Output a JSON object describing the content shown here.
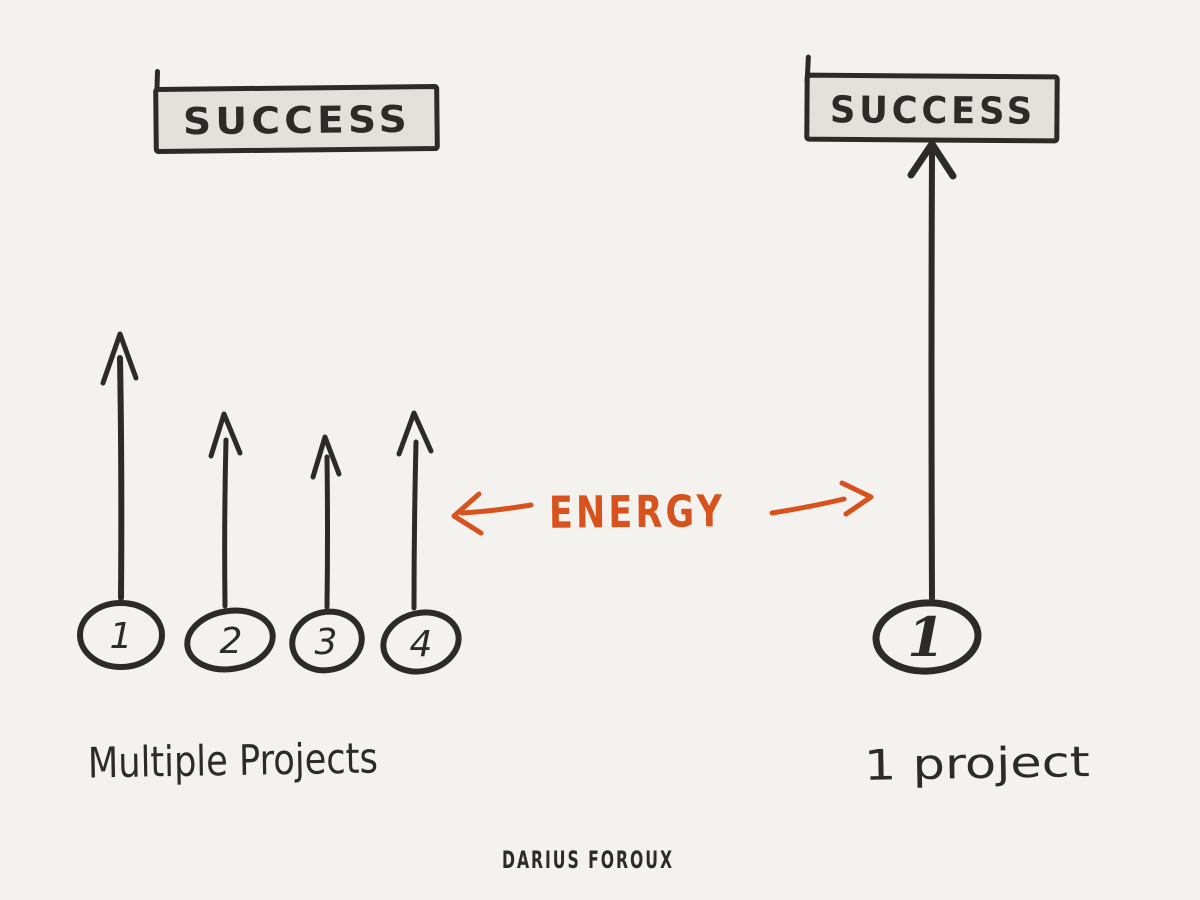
{
  "canvas": {
    "background_color": "#f4f2ee",
    "ink_color": "#2d2b27",
    "box_fill_color": "#e2e1dc",
    "accent_color": "#d8521e"
  },
  "left_panel": {
    "success_label": "SUCCESS",
    "caption": "Multiple Projects",
    "projects": [
      {
        "number": "1"
      },
      {
        "number": "2"
      },
      {
        "number": "3"
      },
      {
        "number": "4"
      }
    ]
  },
  "right_panel": {
    "success_label": "SUCCESS",
    "caption": "1 project",
    "project": {
      "number": "1"
    }
  },
  "center": {
    "energy_label": "ENERGY"
  },
  "footer": {
    "signature": "DARIUS FOROUX"
  }
}
